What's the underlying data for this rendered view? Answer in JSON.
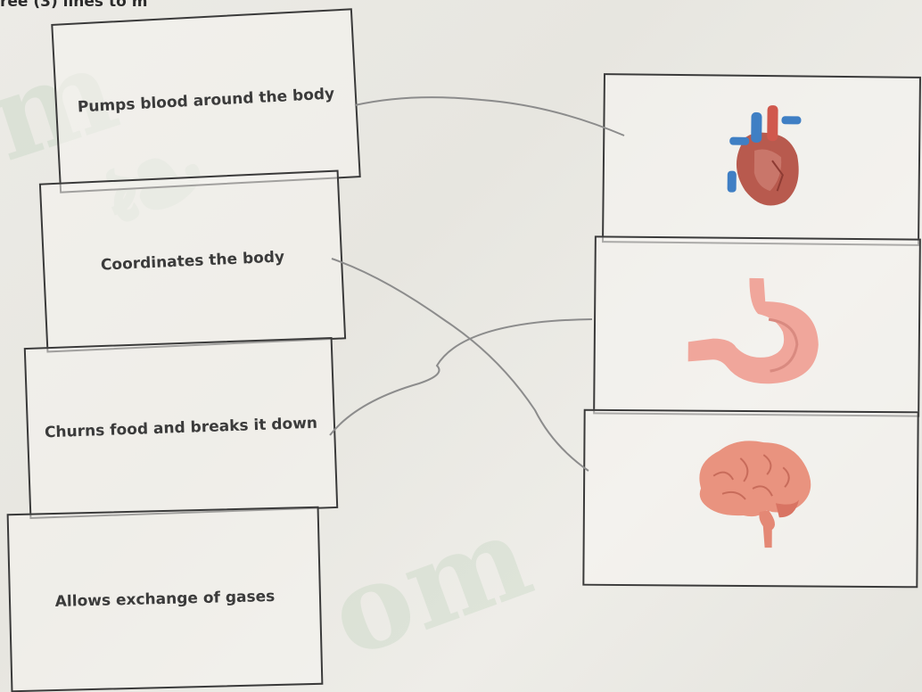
{
  "header": {
    "text": "ree (3) lines to m"
  },
  "left_items": [
    {
      "text": "Pumps blood around the body"
    },
    {
      "text": "Coordinates the body"
    },
    {
      "text": "Churns food and breaks it down"
    },
    {
      "text": "Allows exchange of gases"
    }
  ],
  "right_items": [
    {
      "icon": "heart-icon"
    },
    {
      "icon": "stomach-icon"
    },
    {
      "icon": "brain-icon"
    }
  ],
  "matches": [
    {
      "from": "Pumps blood around the body",
      "to": "heart-icon"
    },
    {
      "from": "Coordinates the body",
      "to": "brain-icon"
    },
    {
      "from": "Churns food and breaks it down",
      "to": "stomach-icon"
    }
  ],
  "colors": {
    "ink": "#3a3a3a",
    "pencil": "#8a8a8a",
    "watermark": "#96be96"
  }
}
